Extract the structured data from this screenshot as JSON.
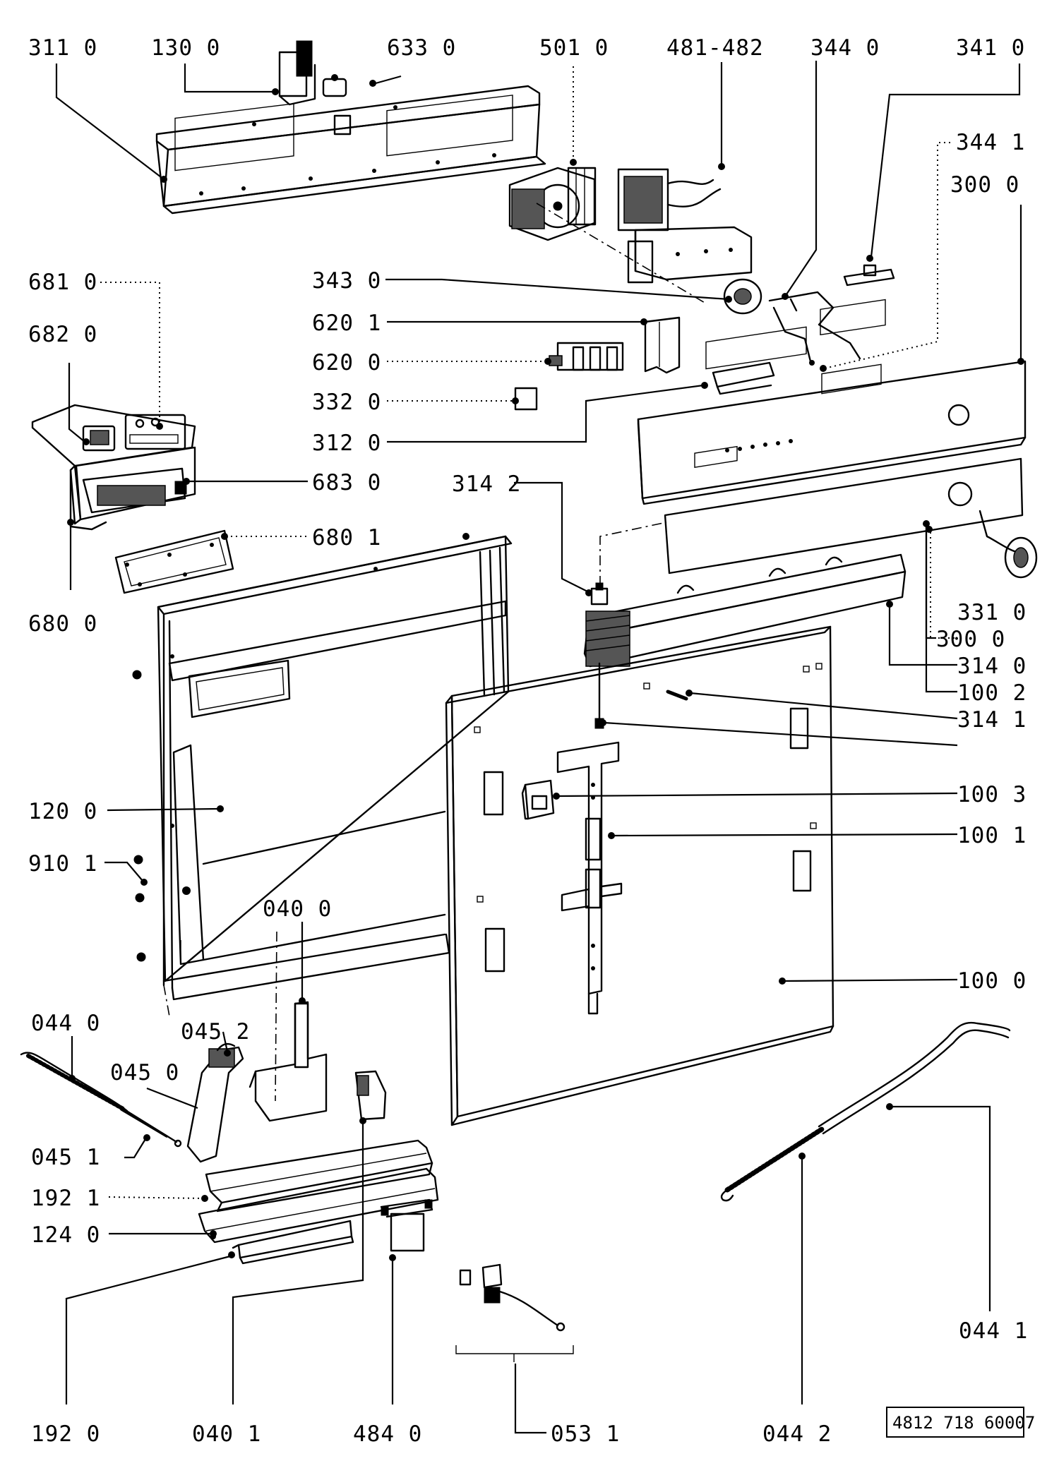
{
  "reference_code": "4812 718 60007",
  "labels": {
    "l311_0": "311 0",
    "l130_0": "130 0",
    "l633_0": "633 0",
    "l501_0": "501 0",
    "l481_482": "481-482",
    "l344_0": "344 0",
    "l341_0": "341 0",
    "l344_1": "344 1",
    "l300_0_top": "300 0",
    "l681_0": "681 0",
    "l682_0": "682 0",
    "l343_0": "343 0",
    "l620_1": "620 1",
    "l620_0": "620 0",
    "l332_0": "332 0",
    "l312_0": "312 0",
    "l683_0": "683 0",
    "l314_2": "314 2",
    "l680_1": "680 1",
    "l680_0": "680 0",
    "l331_0": "331 0",
    "l300_0_mid": "300 0",
    "l314_0": "314 0",
    "l100_2": "100 2",
    "l314_1": "314 1",
    "l100_3": "100 3",
    "l120_0": "120 0",
    "l100_1": "100 1",
    "l910_1": "910 1",
    "l040_0": "040 0",
    "l100_0": "100 0",
    "l044_0": "044 0",
    "l045_2": "045 2",
    "l045_0": "045 0",
    "l045_1": "045 1",
    "l192_1": "192 1",
    "l124_0": "124 0",
    "l044_1": "044 1",
    "l192_0": "192 0",
    "l040_1": "040 1",
    "l484_0": "484 0",
    "l053_1": "053 1",
    "l044_2": "044 2"
  }
}
